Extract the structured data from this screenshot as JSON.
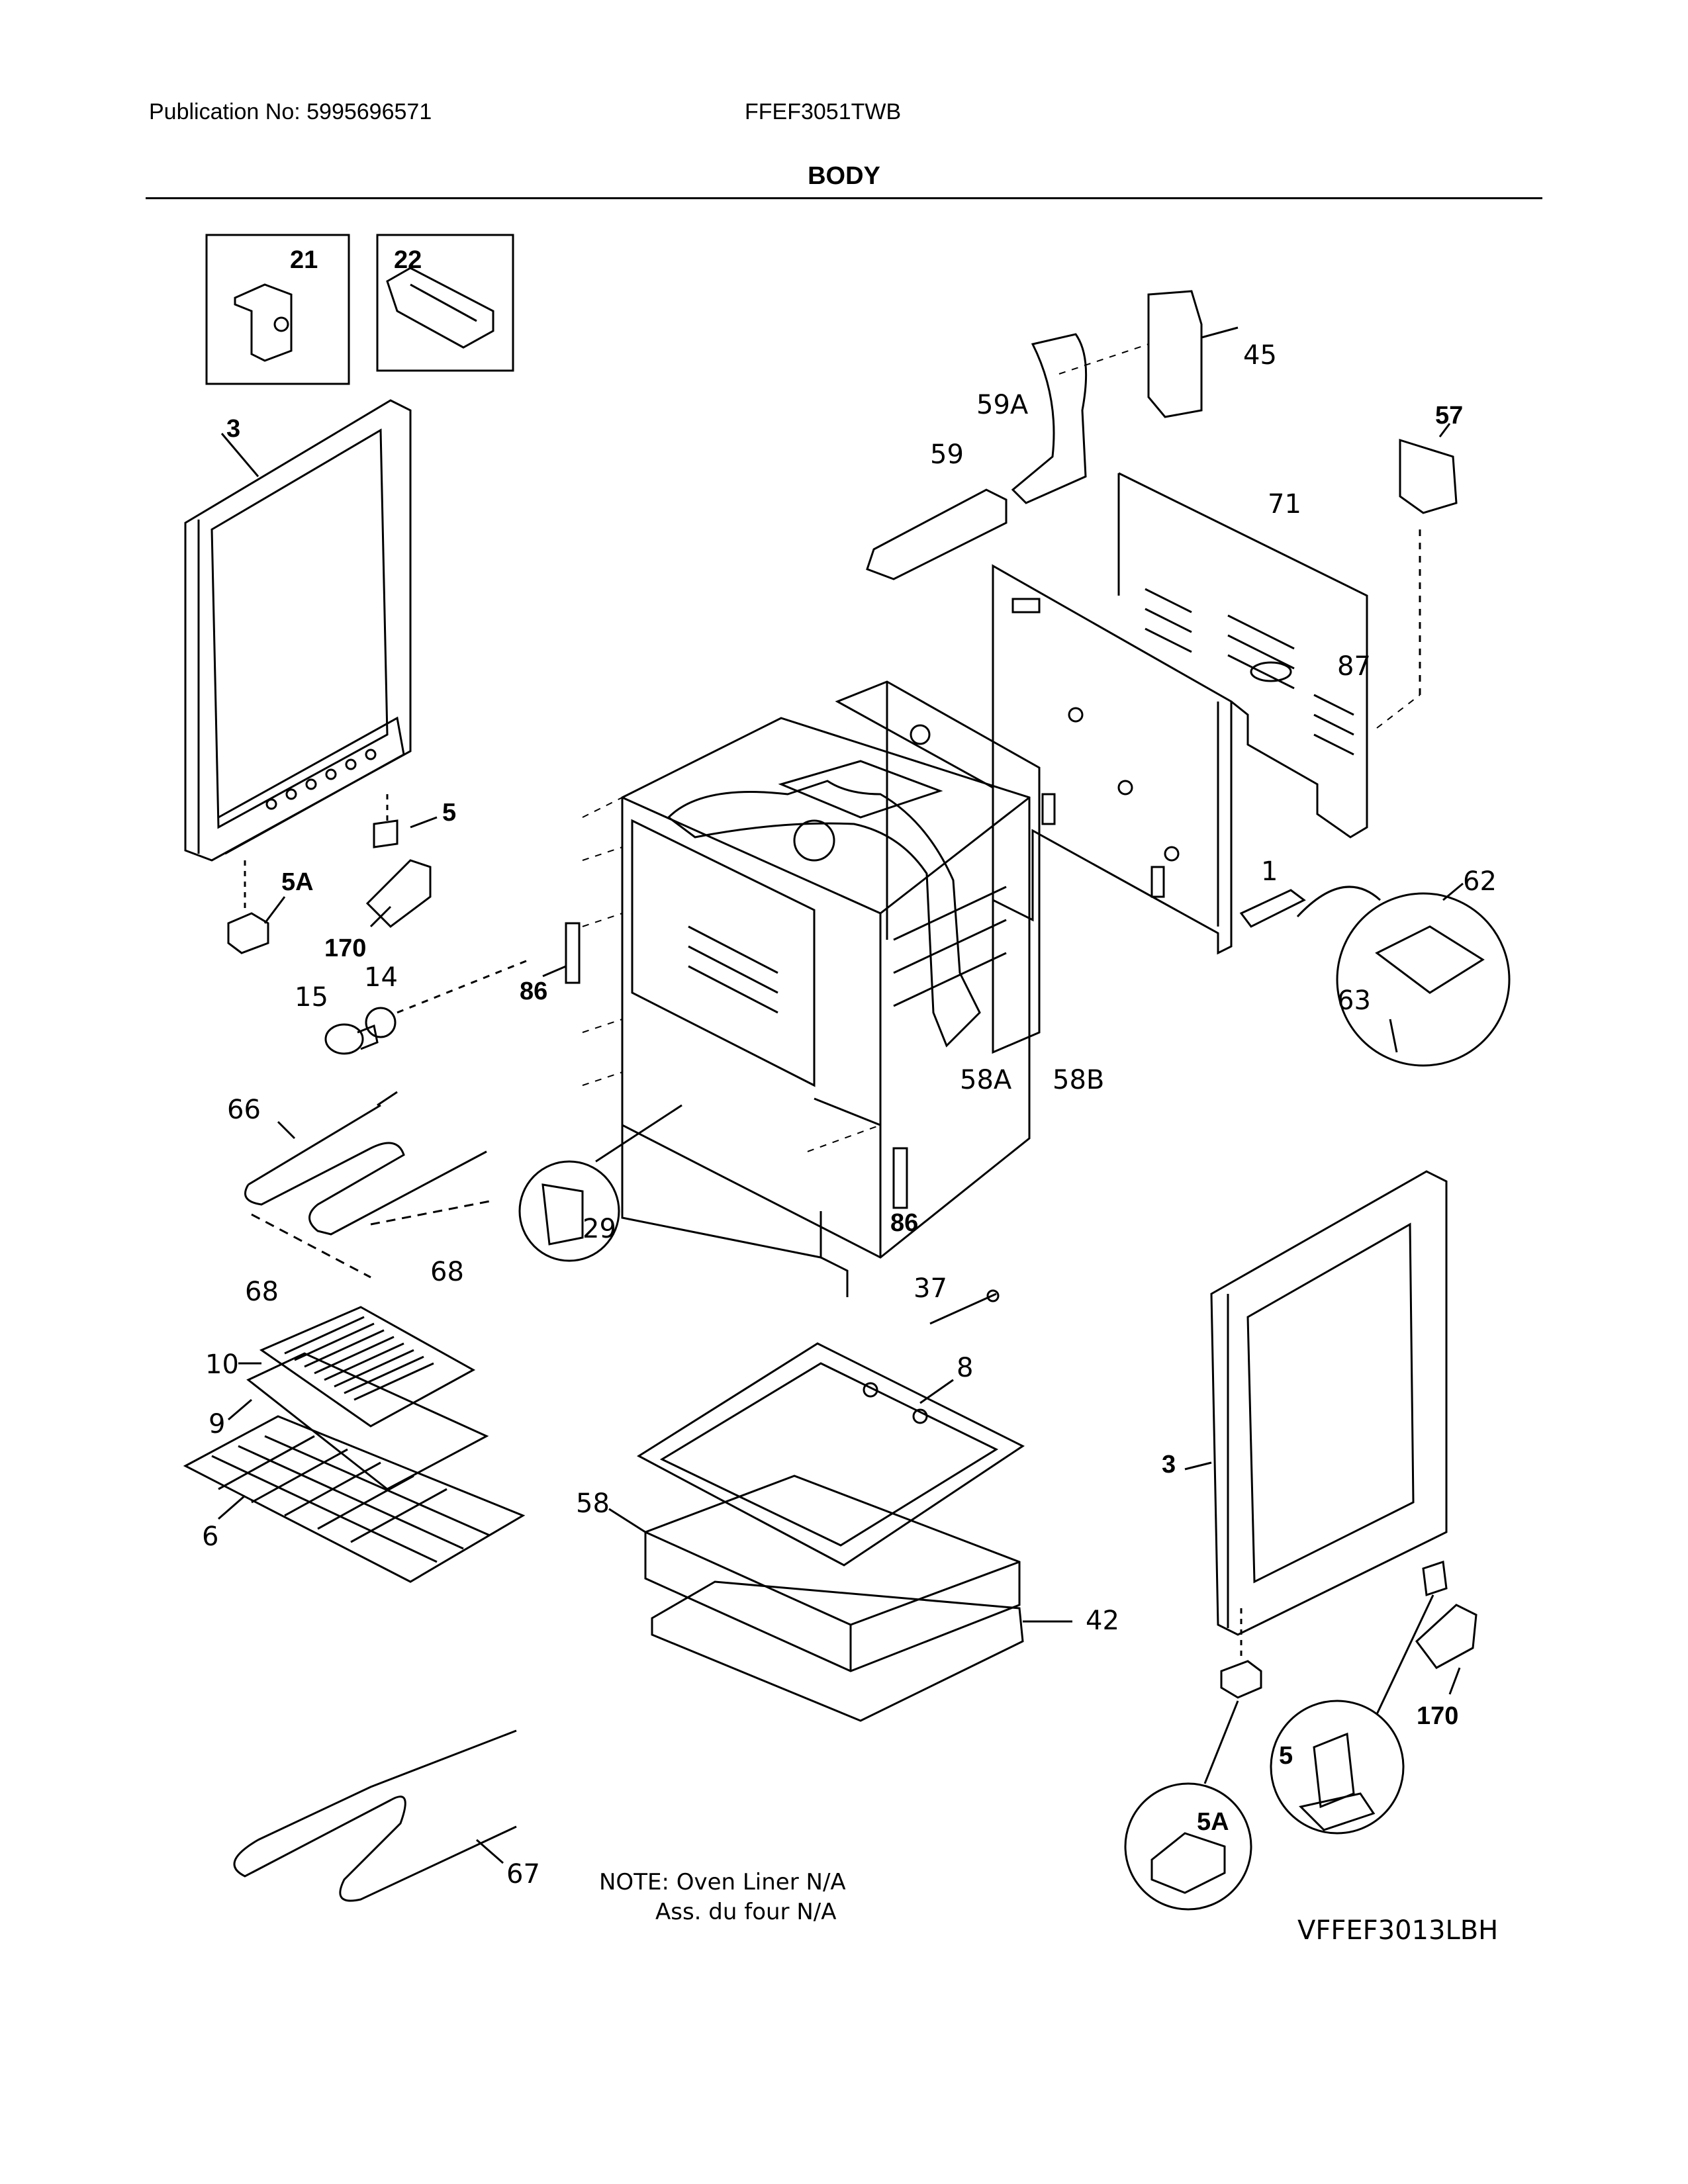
{
  "header": {
    "publication": "Publication No: 5995696571",
    "model": "FFEF3051TWB",
    "title": "BODY"
  },
  "callouts": {
    "c21": "21",
    "c22": "22",
    "c3a": "3",
    "c5a": "5",
    "c5A_a": "5A",
    "c170a": "170",
    "c14": "14",
    "c15": "15",
    "c86a": "86",
    "c86b": "86",
    "c66": "66",
    "c68a": "68",
    "c68b": "68",
    "c29": "29",
    "c45": "45",
    "c59A": "59A",
    "c59": "59",
    "c57": "57",
    "c71": "71",
    "c87": "87",
    "c1": "1",
    "c62": "62",
    "c63": "63",
    "c58A": "58A",
    "c58B": "58B",
    "c37": "37",
    "c8": "8",
    "c10": "10",
    "c9": "9",
    "c6": "6",
    "c58": "58",
    "c42": "42",
    "c3b": "3",
    "c170b": "170",
    "c5b": "5",
    "c5A_b": "5A",
    "c67": "67"
  },
  "note": {
    "line1": "NOTE: Oven Liner N/A",
    "line2": "Ass. du four N/A"
  },
  "drawing_code": "VFFEF3013LBH"
}
